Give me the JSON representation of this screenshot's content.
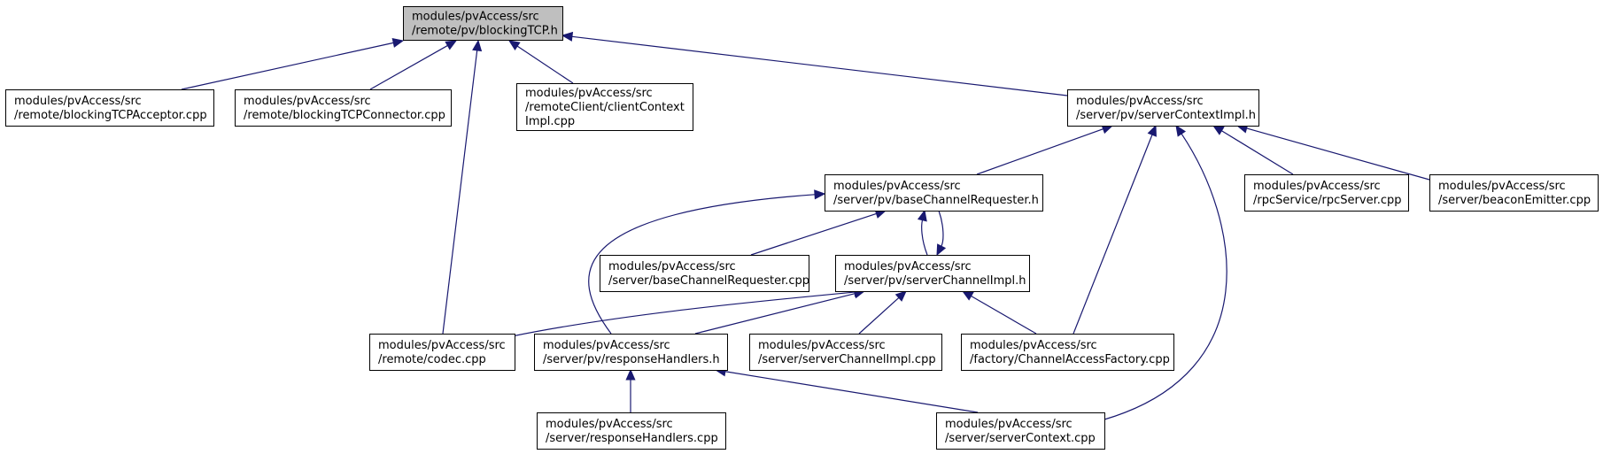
{
  "graph": {
    "nodes": [
      {
        "id": "blockingTCP_h",
        "lines": [
          "modules/pvAccess/src",
          "/remote/pv/blockingTCP.h"
        ],
        "root": true
      },
      {
        "id": "blockingTCPAcceptor_cpp",
        "lines": [
          "modules/pvAccess/src",
          "/remote/blockingTCPAcceptor.cpp"
        ]
      },
      {
        "id": "blockingTCPConnector_cpp",
        "lines": [
          "modules/pvAccess/src",
          "/remote/blockingTCPConnector.cpp"
        ]
      },
      {
        "id": "clientContextImpl_cpp",
        "lines": [
          "modules/pvAccess/src",
          "/remoteClient/clientContext",
          "Impl.cpp"
        ]
      },
      {
        "id": "serverContextImpl_h",
        "lines": [
          "modules/pvAccess/src",
          "/server/pv/serverContextImpl.h"
        ]
      },
      {
        "id": "baseChannelRequester_h",
        "lines": [
          "modules/pvAccess/src",
          "/server/pv/baseChannelRequester.h"
        ]
      },
      {
        "id": "rpcServer_cpp",
        "lines": [
          "modules/pvAccess/src",
          "/rpcService/rpcServer.cpp"
        ]
      },
      {
        "id": "beaconEmitter_cpp",
        "lines": [
          "modules/pvAccess/src",
          "/server/beaconEmitter.cpp"
        ]
      },
      {
        "id": "baseChannelRequester_cpp",
        "lines": [
          "modules/pvAccess/src",
          "/server/baseChannelRequester.cpp"
        ]
      },
      {
        "id": "serverChannelImpl_h",
        "lines": [
          "modules/pvAccess/src",
          "/server/pv/serverChannelImpl.h"
        ]
      },
      {
        "id": "codec_cpp",
        "lines": [
          "modules/pvAccess/src",
          "/remote/codec.cpp"
        ]
      },
      {
        "id": "responseHandlers_h",
        "lines": [
          "modules/pvAccess/src",
          "/server/pv/responseHandlers.h"
        ]
      },
      {
        "id": "serverChannelImpl_cpp",
        "lines": [
          "modules/pvAccess/src",
          "/server/serverChannelImpl.cpp"
        ]
      },
      {
        "id": "ChannelAccessFactory_cpp",
        "lines": [
          "modules/pvAccess/src",
          "/factory/ChannelAccessFactory.cpp"
        ]
      },
      {
        "id": "responseHandlers_cpp",
        "lines": [
          "modules/pvAccess/src",
          "/server/responseHandlers.cpp"
        ]
      },
      {
        "id": "serverContext_cpp",
        "lines": [
          "modules/pvAccess/src",
          "/server/serverContext.cpp"
        ]
      }
    ],
    "edges": [
      {
        "from": "blockingTCPAcceptor_cpp",
        "to": "blockingTCP_h"
      },
      {
        "from": "blockingTCPConnector_cpp",
        "to": "blockingTCP_h"
      },
      {
        "from": "clientContextImpl_cpp",
        "to": "blockingTCP_h"
      },
      {
        "from": "serverContextImpl_h",
        "to": "blockingTCP_h"
      },
      {
        "from": "codec_cpp",
        "to": "blockingTCP_h"
      },
      {
        "from": "baseChannelRequester_h",
        "to": "serverContextImpl_h"
      },
      {
        "from": "rpcServer_cpp",
        "to": "serverContextImpl_h"
      },
      {
        "from": "beaconEmitter_cpp",
        "to": "serverContextImpl_h"
      },
      {
        "from": "ChannelAccessFactory_cpp",
        "to": "serverContextImpl_h"
      },
      {
        "from": "serverContext_cpp",
        "to": "serverContextImpl_h"
      },
      {
        "from": "baseChannelRequester_cpp",
        "to": "baseChannelRequester_h"
      },
      {
        "from": "serverChannelImpl_h",
        "to": "baseChannelRequester_h"
      },
      {
        "from": "baseChannelRequester_h",
        "to": "serverChannelImpl_h"
      },
      {
        "from": "responseHandlers_h",
        "to": "baseChannelRequester_h"
      },
      {
        "from": "codec_cpp",
        "to": "serverChannelImpl_h"
      },
      {
        "from": "responseHandlers_h",
        "to": "serverChannelImpl_h"
      },
      {
        "from": "serverChannelImpl_cpp",
        "to": "serverChannelImpl_h"
      },
      {
        "from": "ChannelAccessFactory_cpp",
        "to": "serverChannelImpl_h"
      },
      {
        "from": "responseHandlers_cpp",
        "to": "responseHandlers_h"
      },
      {
        "from": "serverContext_cpp",
        "to": "responseHandlers_h"
      }
    ]
  }
}
